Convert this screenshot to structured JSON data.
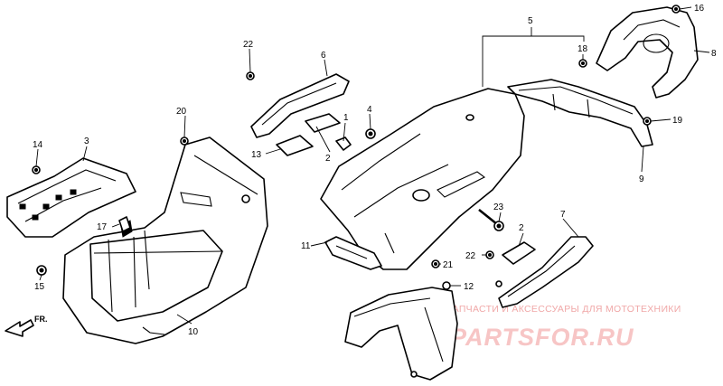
{
  "diagram": {
    "callouts": [
      {
        "id": "c1",
        "text": "1"
      },
      {
        "id": "c2a",
        "text": "2"
      },
      {
        "id": "c2b",
        "text": "2"
      },
      {
        "id": "c3",
        "text": "3"
      },
      {
        "id": "c4",
        "text": "4"
      },
      {
        "id": "c5",
        "text": "5"
      },
      {
        "id": "c6",
        "text": "6"
      },
      {
        "id": "c7",
        "text": "7"
      },
      {
        "id": "c8",
        "text": "8"
      },
      {
        "id": "c9",
        "text": "9"
      },
      {
        "id": "c10",
        "text": "10"
      },
      {
        "id": "c11",
        "text": "11"
      },
      {
        "id": "c12",
        "text": "12"
      },
      {
        "id": "c13",
        "text": "13"
      },
      {
        "id": "c14",
        "text": "14"
      },
      {
        "id": "c15",
        "text": "15"
      },
      {
        "id": "c16",
        "text": "16"
      },
      {
        "id": "c17",
        "text": "17"
      },
      {
        "id": "c18",
        "text": "18"
      },
      {
        "id": "c19",
        "text": "19"
      },
      {
        "id": "c20",
        "text": "20"
      },
      {
        "id": "c21",
        "text": "21"
      },
      {
        "id": "c22a",
        "text": "22"
      },
      {
        "id": "c22b",
        "text": "22"
      },
      {
        "id": "c23",
        "text": "23"
      }
    ],
    "direction_label": "FR.",
    "icons": [
      "front-direction-arrow-icon"
    ]
  },
  "watermark": {
    "caption": "ЗАПЧАСТИ И АКСЕССУАРЫ ДЛЯ МОТОТЕХНИКИ",
    "brand": "PARTSFOR.RU",
    "color": "#f0a8a8"
  }
}
